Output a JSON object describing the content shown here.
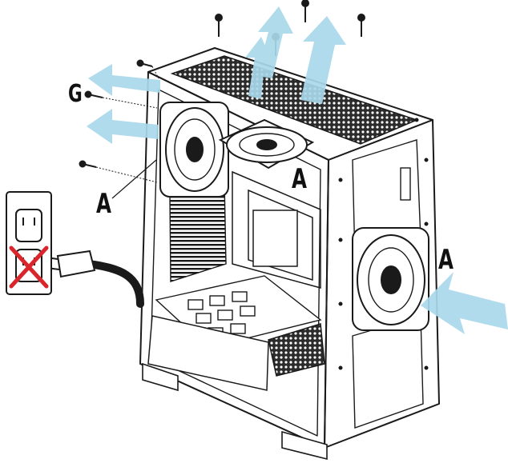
{
  "callouts": {
    "screw_label": "G",
    "fan_label_side": "A",
    "fan_label_top": "A",
    "fan_label_front": "A"
  },
  "colors": {
    "airflow": "#a9d8ea",
    "line": "#1a1a1a",
    "mesh": "#2b2b2b",
    "case_fill": "#ffffff",
    "no_mark": "#d9262c"
  },
  "icons": {
    "outlet": "wall-outlet-icon",
    "prohibited": "prohibited-x-icon",
    "plug": "power-plug-icon"
  }
}
